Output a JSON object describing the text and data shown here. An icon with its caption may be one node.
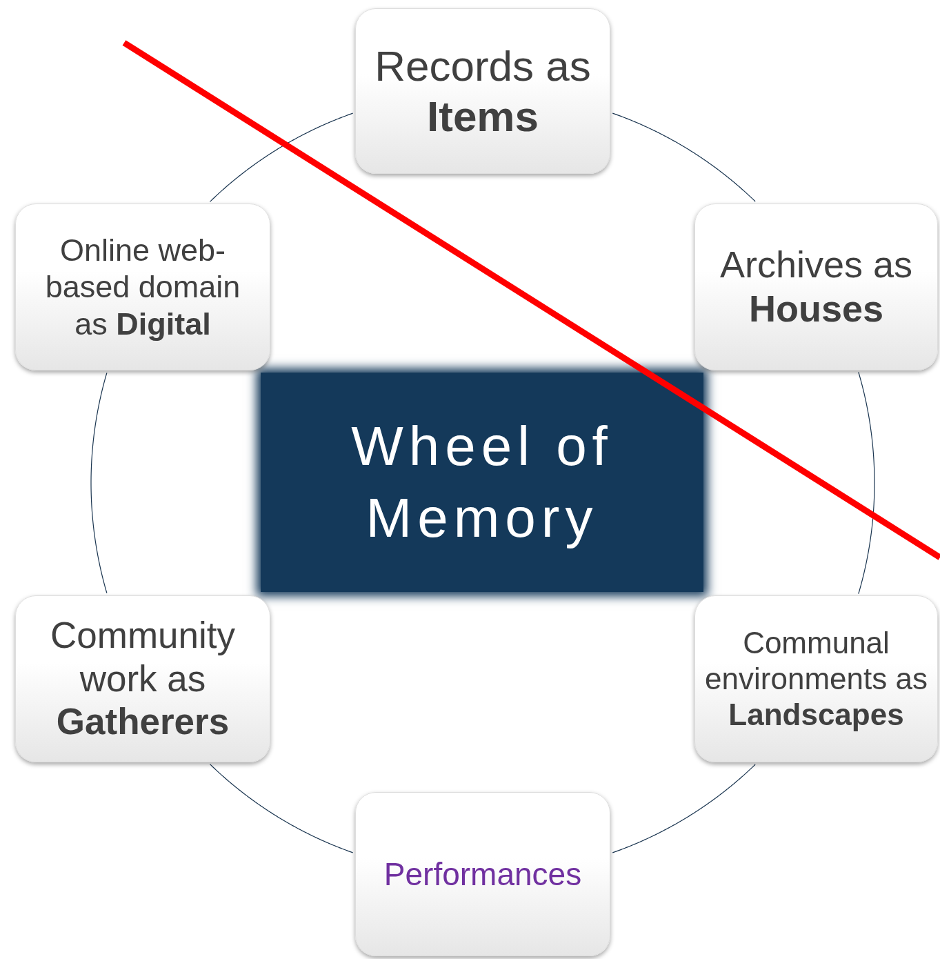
{
  "diagram": {
    "nodes": [
      {
        "text": [
          "Wheel of Memory"
        ]
      },
      {
        "text": [
          "Records as **Items**"
        ]
      },
      {
        "text": [
          "Archives as **Houses**"
        ]
      },
      {
        "text": [
          "Communal environments as **Landscapes**"
        ]
      },
      {
        "text": [
          "Performances"
        ]
      },
      {
        "text": [
          "Community work as **Gatherers**"
        ]
      },
      {
        "text": [
          "Online web-based domain as **Digital**"
        ]
      }
    ],
    "edges": [
      {
        "from": 1,
        "to": 2,
        "arrow": "none"
      },
      {
        "from": 2,
        "to": 3,
        "arrow": "none"
      },
      {
        "from": 3,
        "to": 4,
        "arrow": "none"
      },
      {
        "from": 4,
        "to": 5,
        "arrow": "none"
      },
      {
        "from": 5,
        "to": 6,
        "arrow": "none"
      },
      {
        "from": 6,
        "to": 1,
        "arrow": "none"
      }
    ]
  }
}
